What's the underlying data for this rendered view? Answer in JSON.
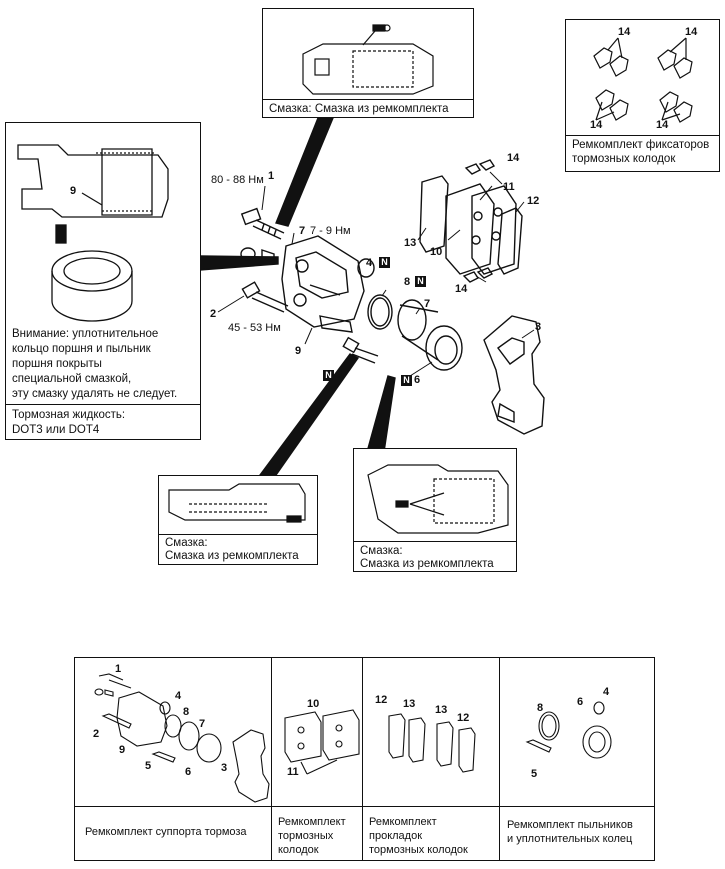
{
  "callout_top": {
    "caption": "Смазка: Смазка из ремкомплекта"
  },
  "callout_top_right": {
    "markers": [
      "14",
      "14",
      "14",
      "14"
    ],
    "caption": [
      "Ремкомплект фиксаторов",
      "тормозных колодок"
    ]
  },
  "callout_left": {
    "markers": [
      "9"
    ],
    "warning": [
      "Внимание: уплотнительное",
      "кольцо поршня и пыльник",
      "поршня покрыты",
      "специальной смазкой,",
      "эту смазку удалять не следует."
    ],
    "fluid": [
      "Тормозная жидкость:",
      "DOT3 или DOT4"
    ]
  },
  "callout_bottom_left": {
    "caption": [
      "Смазка:",
      "Смазка из ремкомплекта"
    ]
  },
  "callout_bottom_right": {
    "caption": [
      "Смазка:",
      "Смазка из ремкомплекта"
    ]
  },
  "parts": [
    {
      "id": "1",
      "label": "1"
    },
    {
      "id": "2",
      "label": "2"
    },
    {
      "id": "3",
      "label": "3"
    },
    {
      "id": "4",
      "label": "4"
    },
    {
      "id": "5",
      "label": "5"
    },
    {
      "id": "6",
      "label": "6"
    },
    {
      "id": "7",
      "label": "7"
    },
    {
      "id": "8",
      "label": "8"
    },
    {
      "id": "9",
      "label": "9"
    },
    {
      "id": "10",
      "label": "10"
    },
    {
      "id": "11",
      "label": "11"
    },
    {
      "id": "12",
      "label": "12"
    },
    {
      "id": "13",
      "label": "13"
    },
    {
      "id": "14",
      "label": "14"
    }
  ],
  "torques": {
    "part1": "80 - 88 Нм",
    "part4": "7 - 9 Нм",
    "part2": "45 - 53 Нм"
  },
  "new_part_marker": "N",
  "kits": [
    {
      "caption": [
        "Ремкомплект суппорта тормоза"
      ],
      "labels": [
        "1",
        "4",
        "8",
        "7",
        "2",
        "9",
        "5",
        "6",
        "3"
      ]
    },
    {
      "caption": [
        "Ремкомплект",
        "тормозных",
        "колодок"
      ],
      "labels": [
        "10",
        "11"
      ]
    },
    {
      "caption": [
        "Ремкомплект",
        "прокладок",
        "тормозных колодок"
      ],
      "labels": [
        "12",
        "13",
        "13",
        "12"
      ]
    },
    {
      "caption": [
        "Ремкомплект пыльников",
        "и уплотнительных колец"
      ],
      "labels": [
        "8",
        "6",
        "4",
        "5"
      ]
    }
  ]
}
